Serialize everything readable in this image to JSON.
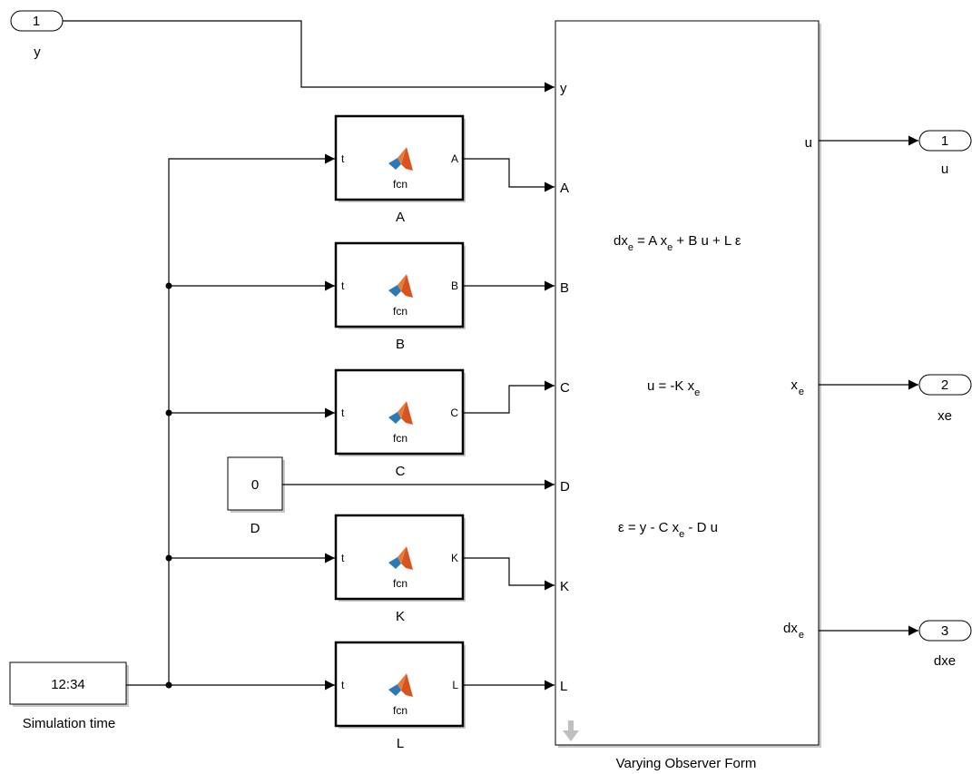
{
  "inports": [
    {
      "number": "1",
      "label": "y"
    }
  ],
  "outports": [
    {
      "number": "1",
      "label": "u"
    },
    {
      "number": "2",
      "label": "xe"
    },
    {
      "number": "3",
      "label": "dxe"
    }
  ],
  "clock": {
    "value": "12:34",
    "label": "Simulation time"
  },
  "constant": {
    "value": "0",
    "label": "D"
  },
  "fcn_blocks": [
    {
      "name": "A",
      "input": "t",
      "output": "A",
      "text": "fcn"
    },
    {
      "name": "B",
      "input": "t",
      "output": "B",
      "text": "fcn"
    },
    {
      "name": "C",
      "input": "t",
      "output": "C",
      "text": "fcn"
    },
    {
      "name": "K",
      "input": "t",
      "output": "K",
      "text": "fcn"
    },
    {
      "name": "L",
      "input": "t",
      "output": "L",
      "text": "fcn"
    }
  ],
  "observer": {
    "label": "Varying Observer Form",
    "in_ports": [
      "y",
      "A",
      "B",
      "C",
      "D",
      "K",
      "L"
    ],
    "out_ports": {
      "u": "u",
      "xe": {
        "base": "x",
        "sub": "e"
      },
      "dxe": {
        "base": "dx",
        "sub": "e"
      }
    },
    "equations": {
      "eq1": {
        "p1": "dx",
        "s1": "e",
        "p2": " = A x",
        "s2": "e",
        "p3": " + B u + L ε"
      },
      "eq2": {
        "p1": "u = -K x",
        "s1": "e"
      },
      "eq3": {
        "p1": "ε = y - C x",
        "s1": "e",
        "p2": " - D u"
      }
    }
  },
  "colors": {
    "matlab_orange": "#d9531e",
    "matlab_blue": "#2a7ab8",
    "line": "#000000",
    "shadow": "#c8c8c8",
    "arrow_icon": "#bfbfbf"
  }
}
